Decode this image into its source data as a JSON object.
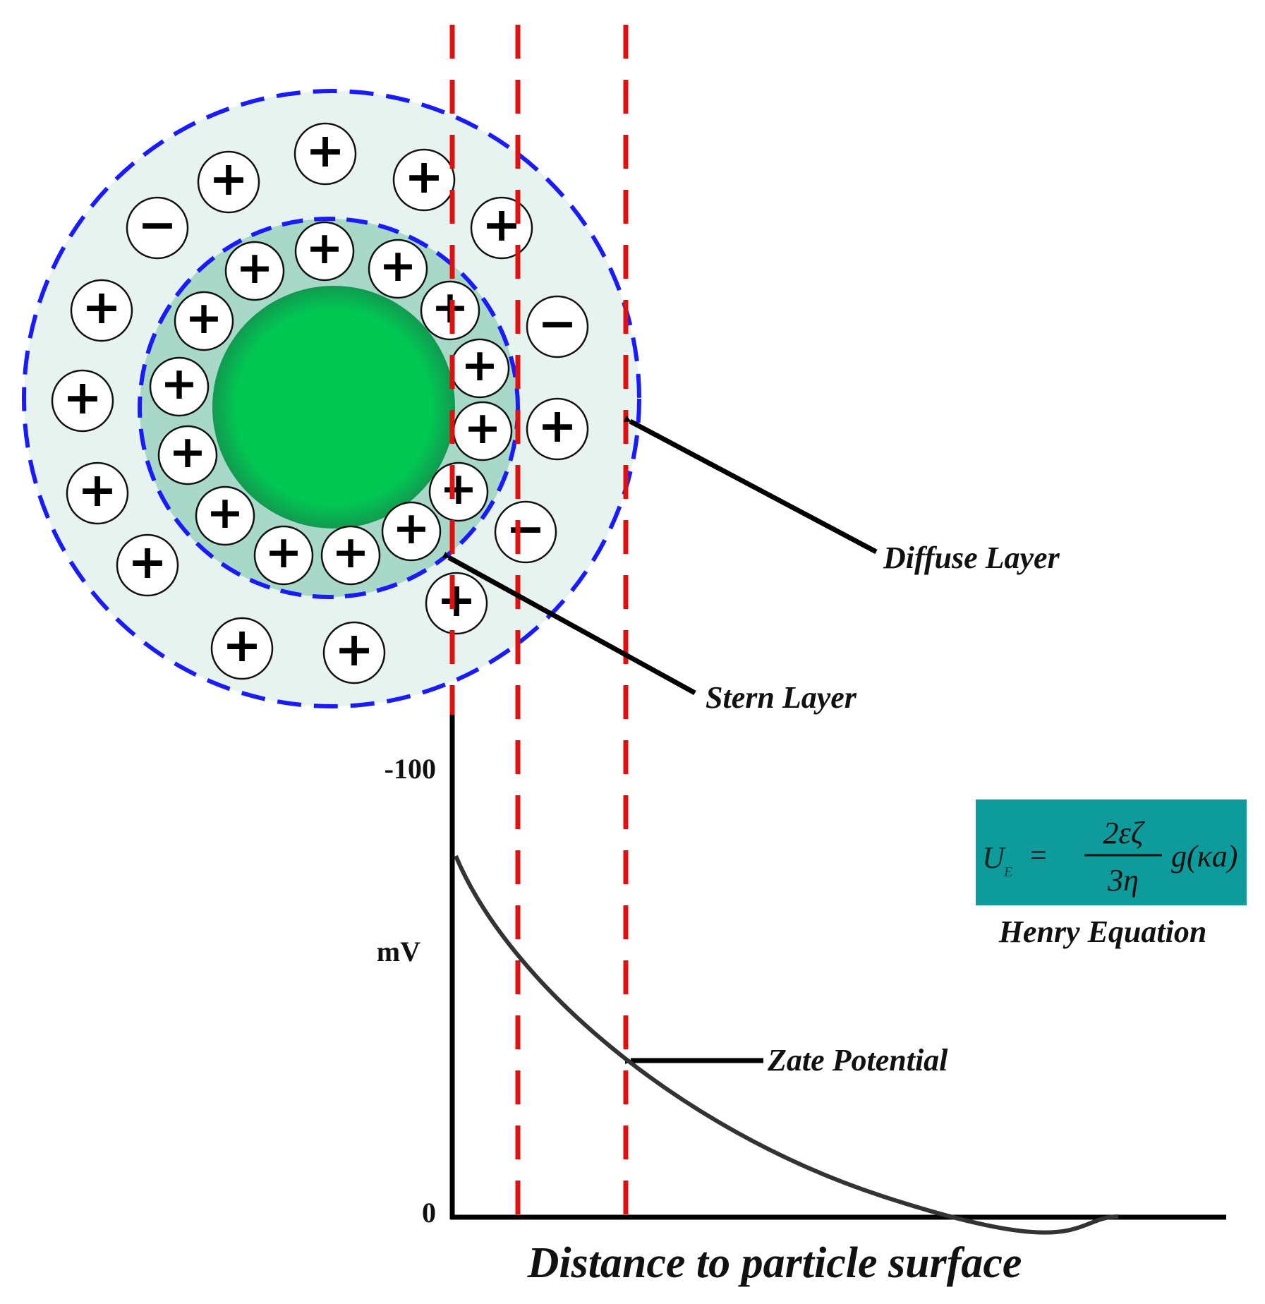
{
  "labels": {
    "diffuse_layer": "Diffuse Layer",
    "stern_layer": "Stern Layer",
    "zeta_potential": "Zate Potential",
    "henry_equation": "Henry Equation",
    "x_axis": "Distance to particle surface",
    "y_axis_unit": "mV",
    "y_tick_top": "-100",
    "y_tick_zero": "0"
  },
  "equation": {
    "lhs": "U",
    "lhs_subscript": "E",
    "equals": "=",
    "numerator": "2εζ",
    "denominator": "3η",
    "function": "g(κa)"
  },
  "colors": {
    "particle": "#00c853",
    "stern_layer_fill": "#a8d8c8",
    "diffuse_layer_fill": "#e6f3ef",
    "layer_boundary": "#1a1aff",
    "shear_planes": "#e01010",
    "equation_box": "#0e9b9b",
    "curve": "#333333"
  },
  "ions": {
    "stern_layer": [
      "+",
      "+",
      "+",
      "+",
      "+",
      "+",
      "+",
      "+",
      "+",
      "+",
      "+",
      "+",
      "+",
      "+",
      "+",
      "+"
    ],
    "diffuse_layer": [
      "+",
      "+",
      "+",
      "+",
      "−",
      "+",
      "+",
      "+",
      "−",
      "+",
      "+",
      "+",
      "−",
      "+",
      "+",
      "+",
      "+"
    ]
  }
}
